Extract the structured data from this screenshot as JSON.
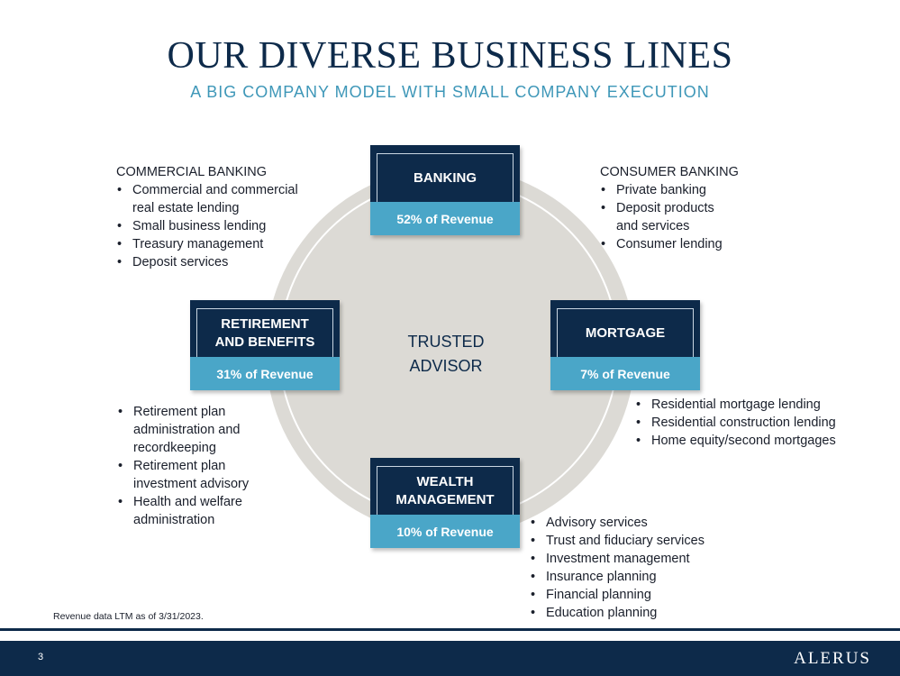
{
  "header": {
    "title": "OUR DIVERSE BUSINESS LINES",
    "subtitle": "A BIG COMPANY MODEL WITH SMALL COMPANY EXECUTION"
  },
  "center": {
    "line1": "TRUSTED",
    "line2": "ADVISOR"
  },
  "business_lines": {
    "banking": {
      "name": "BANKING",
      "revenue": "52% of Revenue"
    },
    "mortgage": {
      "name": "MORTGAGE",
      "revenue": "7% of Revenue"
    },
    "wealth": {
      "name_line1": "WEALTH",
      "name_line2": "MANAGEMENT",
      "revenue": "10% of Revenue"
    },
    "retirement": {
      "name_line1": "RETIREMENT",
      "name_line2": "AND BENEFITS",
      "revenue": "31% of Revenue"
    }
  },
  "commercial_banking": {
    "heading": "COMMERCIAL BANKING",
    "items": [
      "Commercial and commercial",
      "real estate lending",
      "Small business lending",
      "Treasury management",
      "Deposit services"
    ]
  },
  "consumer_banking": {
    "heading": "CONSUMER BANKING",
    "items": [
      "Private banking",
      "Deposit products",
      "and services",
      "Consumer lending"
    ]
  },
  "mortgage_services": {
    "items": [
      "Residential mortgage lending",
      "Residential construction lending",
      "Home equity/second mortgages"
    ]
  },
  "retirement_services": {
    "items": [
      "Retirement plan",
      "administration and",
      "recordkeeping",
      "Retirement plan",
      "investment advisory",
      "Health and welfare",
      "administration"
    ]
  },
  "wealth_services": {
    "items": [
      "Advisory services",
      "Trust and fiduciary services",
      "Investment management",
      "Insurance planning",
      "Financial planning",
      "Education planning"
    ]
  },
  "footnote": "Revenue data LTM as of 3/31/2023.",
  "footer": {
    "page_number": "3",
    "logo": "ALERUS"
  },
  "colors": {
    "navy": "#0d2a4a",
    "accent": "#4aa6c8",
    "circle": "#dcdad5"
  }
}
